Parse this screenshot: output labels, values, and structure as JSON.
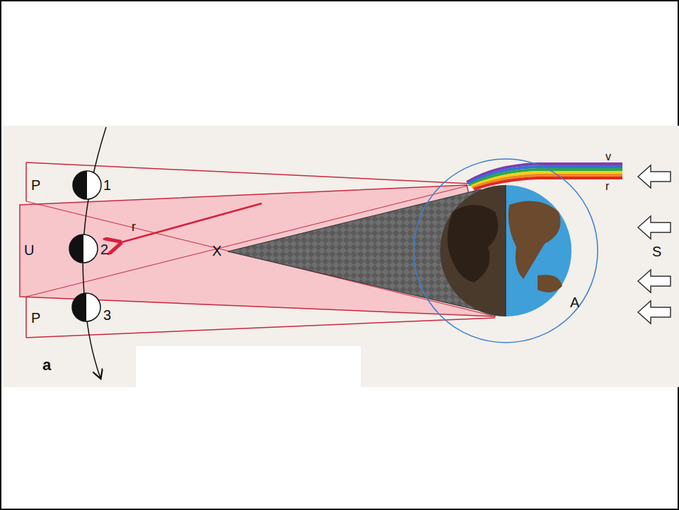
{
  "diagram": {
    "nodes": [
      {
        "text": [
          "P"
        ]
      },
      {
        "text": [
          "U"
        ]
      },
      {
        "text": [
          "P"
        ]
      }
    ],
    "labels": [
      "1",
      "2",
      "3",
      "r",
      "X",
      "v",
      "r",
      "S",
      "A",
      "a"
    ]
  }
}
